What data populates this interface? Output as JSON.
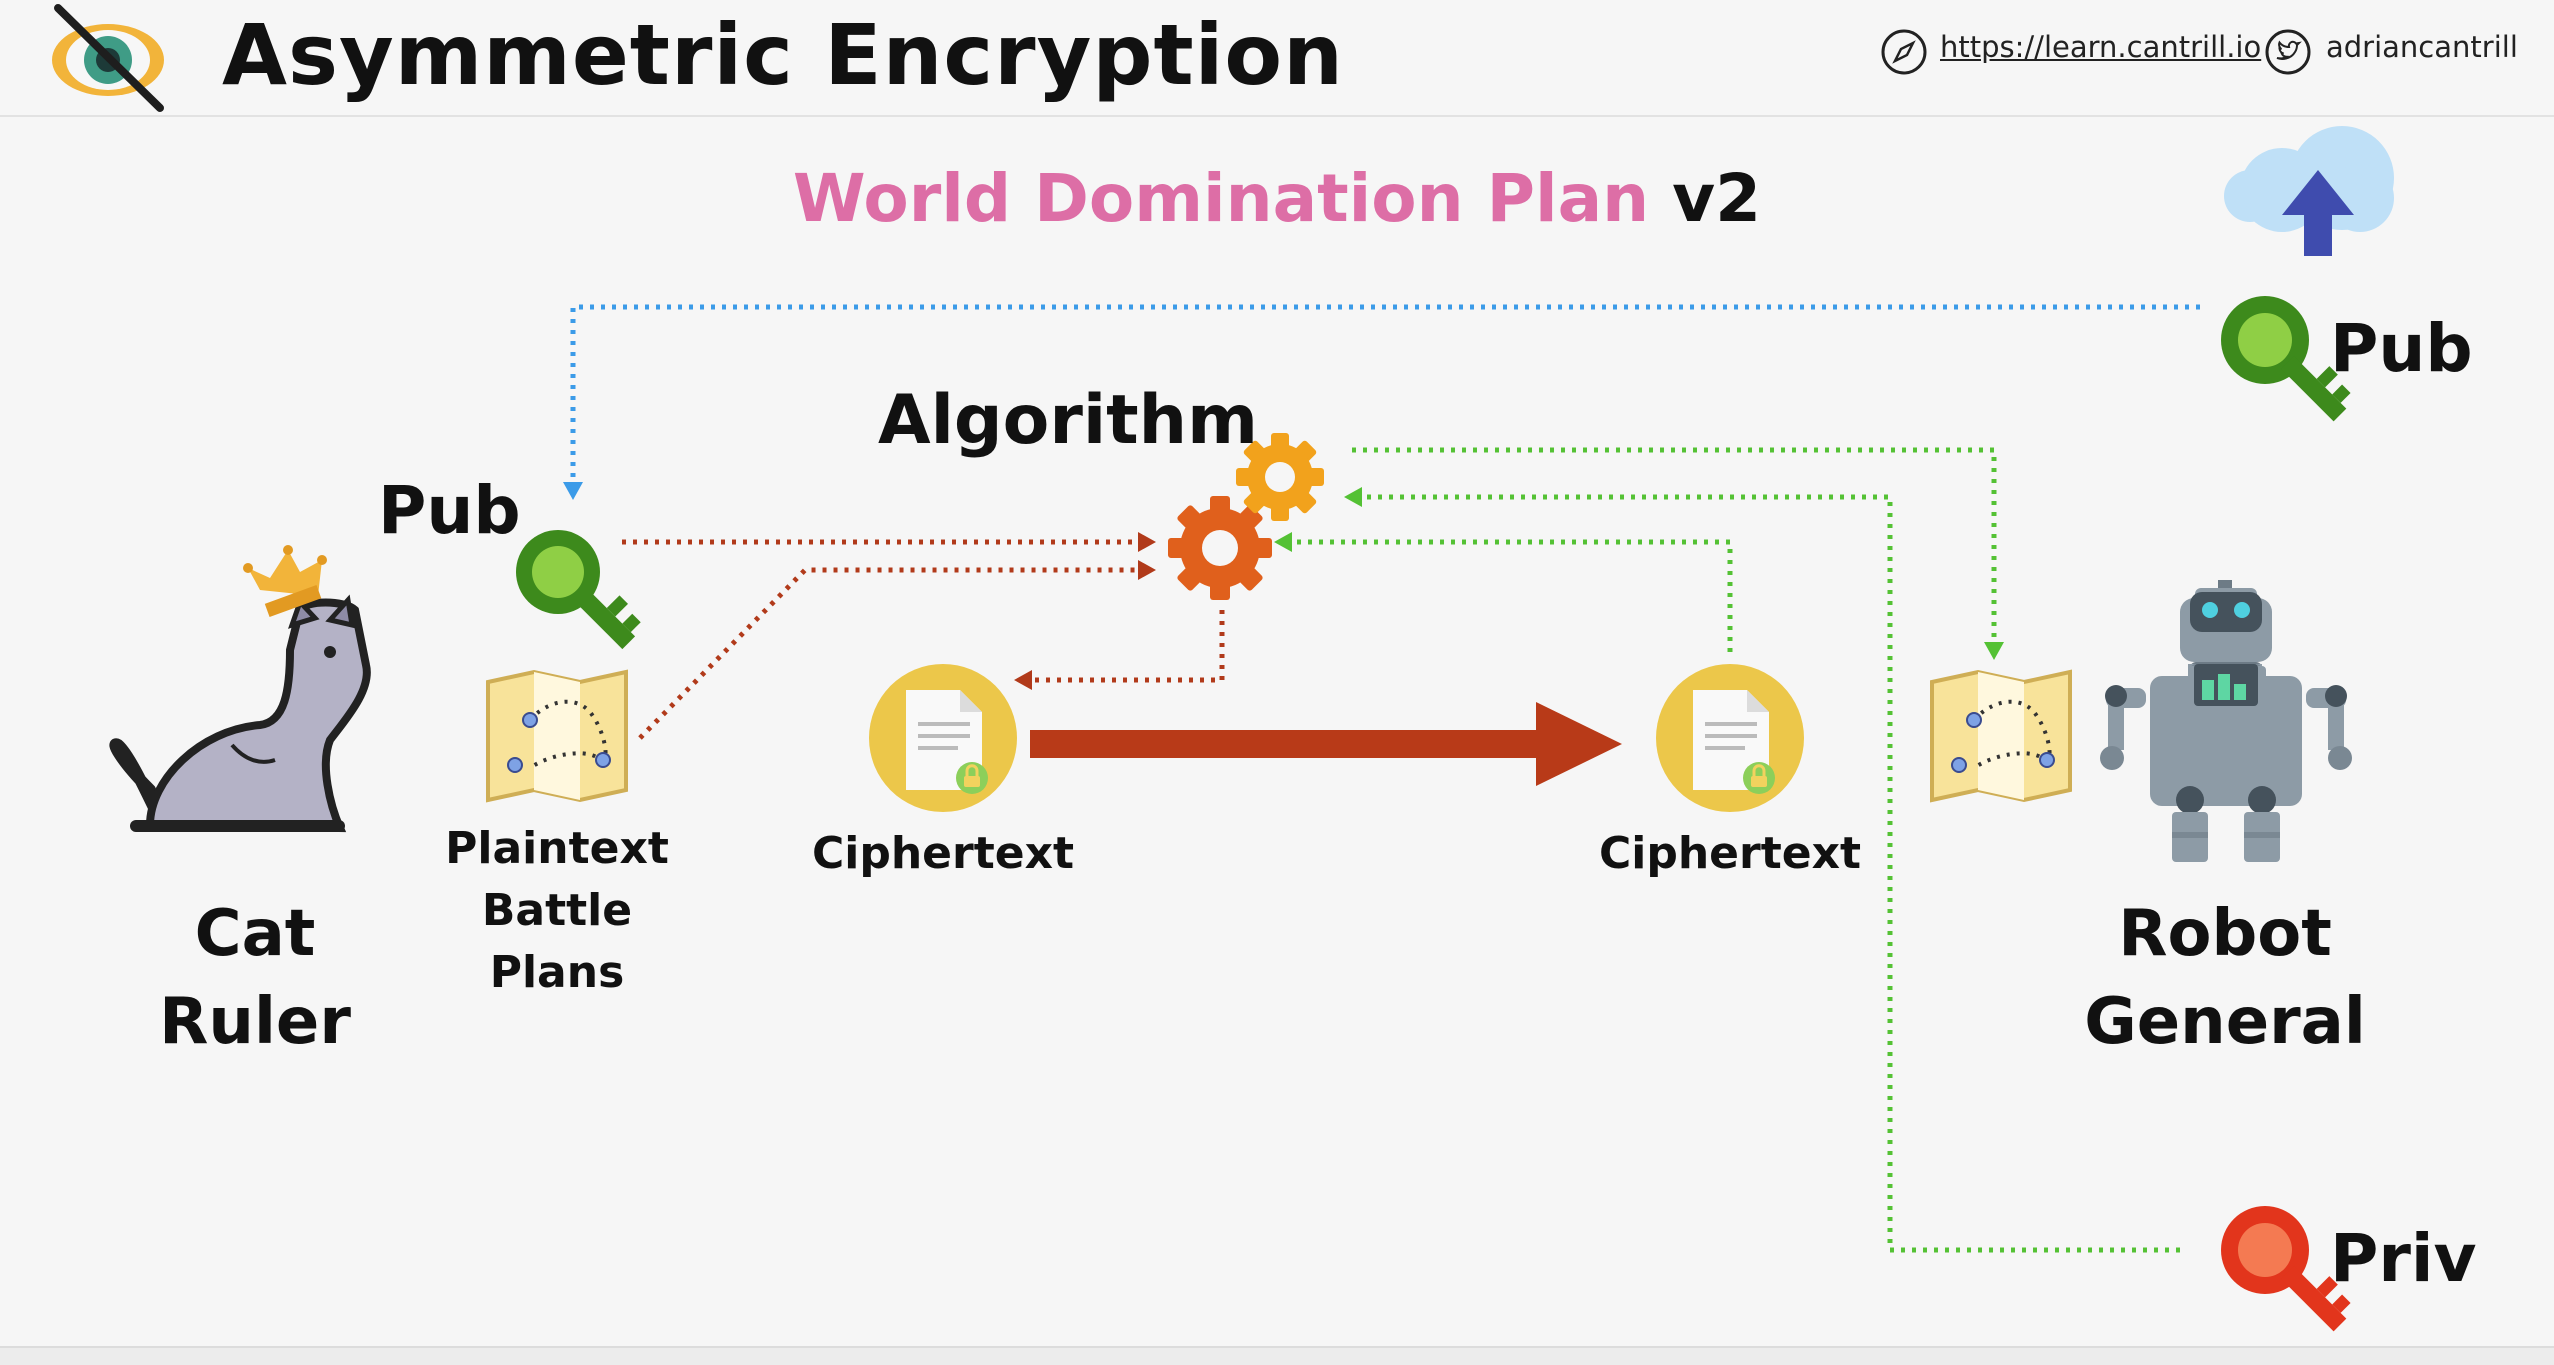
{
  "header": {
    "title": "Asymmetric Encryption",
    "url": "https://learn.cantrill.io",
    "handle": "adriancantrill"
  },
  "subtitle": {
    "highlight": "World Domination Plan",
    "rest": "v2"
  },
  "labels": {
    "algorithm": "Algorithm",
    "pub_left": "Pub",
    "pub_right": "Pub",
    "priv": "Priv",
    "cat_ruler": [
      "Cat",
      "Ruler"
    ],
    "plaintext": [
      "Plaintext",
      "Battle",
      "Plans"
    ],
    "ciphertext_left": "Ciphertext",
    "ciphertext_right": "Ciphertext",
    "robot_general": [
      "Robot",
      "General"
    ]
  },
  "colors": {
    "title_highlight": "#dd6ea6",
    "pub_key": "#3d8a1c",
    "priv_key": "#e2351c",
    "gear_large": "#e0601c",
    "gear_small": "#f2a21c",
    "red_arrow": "#b83a18",
    "blue_dotted": "#3b9be8",
    "green_dotted": "#54c134",
    "red_dotted": "#b13a1a",
    "cipher_circle": "#ecc74a",
    "upload_arrow": "#3f4cae",
    "cloud": "#bfe0f7"
  },
  "icons": [
    "hidden-eye-icon",
    "compass-icon",
    "twitter-icon",
    "cloud-upload-icon",
    "public-key-icon",
    "private-key-icon",
    "gear-icon",
    "cat-ruler-icon",
    "crown-icon",
    "battle-map-icon",
    "document-lock-icon",
    "robot-icon"
  ]
}
